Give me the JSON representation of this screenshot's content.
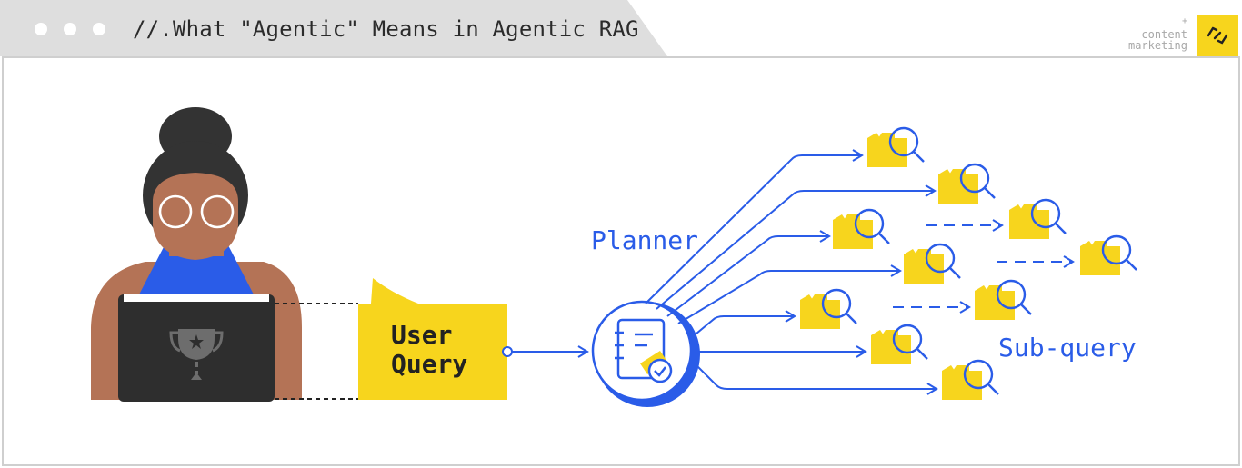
{
  "window": {
    "title": "//.What \"Agentic\" Means in Agentic RAG",
    "brand_plus": "+",
    "brand_line1": "content",
    "brand_line2": "marketing"
  },
  "diagram": {
    "user_query_line1": "User",
    "user_query_line2": "Query",
    "planner_label": "Planner",
    "subquery_label": "Sub-query"
  },
  "colors": {
    "accent_blue": "#2a5ce8",
    "yellow": "#f7d51d",
    "skin": "#b47356",
    "hair": "#333333",
    "laptop": "#2e2e2e",
    "titlebar_gray": "#dedede"
  },
  "icons": [
    "window-dot-icon",
    "brand-logo-icon",
    "trophy-icon",
    "notebook-check-icon",
    "folder-search-icon"
  ]
}
